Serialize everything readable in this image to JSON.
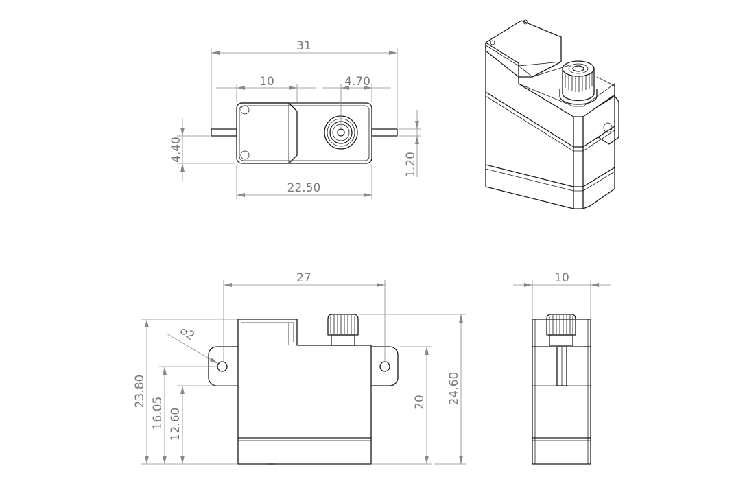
{
  "dimensions": {
    "top_view": {
      "overall_length": "31",
      "ear_section": "10",
      "spline_width": "4.70",
      "flange_thickness": "4.40",
      "tab_thickness": "1.20",
      "body_length": "22.50"
    },
    "front_view": {
      "mount_hole_spacing": "27",
      "hole_diameter": "⌀2",
      "total_height": "23.80",
      "hole_height": "16.05",
      "flange_height": "12.60",
      "body_to_flange": "20",
      "height_with_spline": "24.60"
    },
    "side_view": {
      "width": "10"
    }
  }
}
